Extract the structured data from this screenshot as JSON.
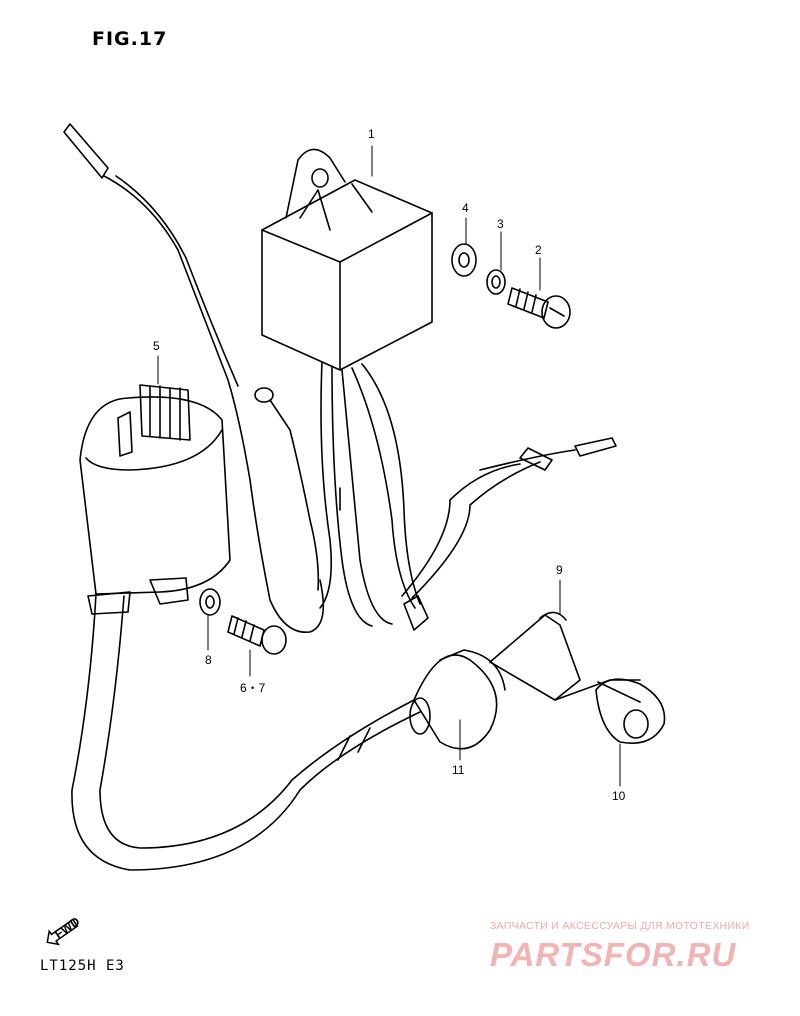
{
  "figure": {
    "title": "FIG.17",
    "model": "LT125H  E3",
    "direction_badge": "FWD"
  },
  "callouts": [
    {
      "id": "1",
      "label": "1"
    },
    {
      "id": "2",
      "label": "2"
    },
    {
      "id": "3",
      "label": "3"
    },
    {
      "id": "4",
      "label": "4"
    },
    {
      "id": "5",
      "label": "5"
    },
    {
      "id": "6-7",
      "label": "6・7"
    },
    {
      "id": "8",
      "label": "8"
    },
    {
      "id": "9",
      "label": "9"
    },
    {
      "id": "10",
      "label": "10"
    },
    {
      "id": "11",
      "label": "11"
    }
  ],
  "watermark": {
    "subtitle": "ЗАПЧАСТИ И АКСЕССУАРЫ ДЛЯ МОТОТЕХНИКИ",
    "logo": "PARTSFOR.RU"
  }
}
